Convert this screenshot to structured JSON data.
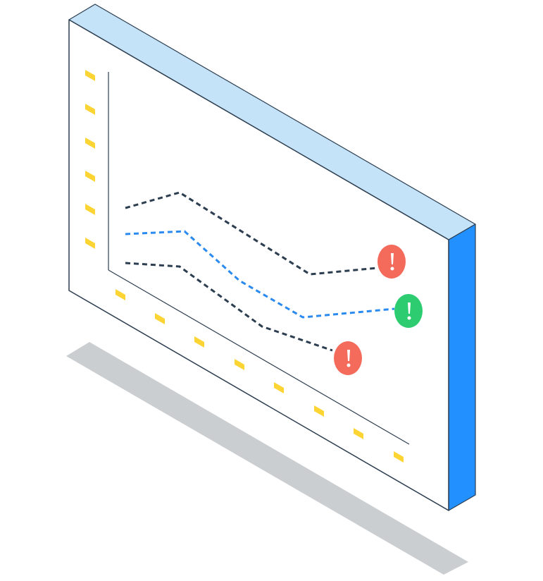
{
  "illustration": {
    "colors": {
      "panel_front": "#ffffff",
      "panel_top": "#c5e3f8",
      "panel_side": "#2291ff",
      "outline": "#2c3e50",
      "shadow": "#cbced1",
      "tick_marker": "#fcd535",
      "series_dark": "#2c3e50",
      "series_blue": "#2a8af0",
      "alert_red": "#f46b5b",
      "alert_green": "#2ecc71"
    },
    "icons": [
      "exclamation-alert-icon-red",
      "exclamation-alert-icon-green",
      "exclamation-alert-icon-red"
    ]
  }
}
